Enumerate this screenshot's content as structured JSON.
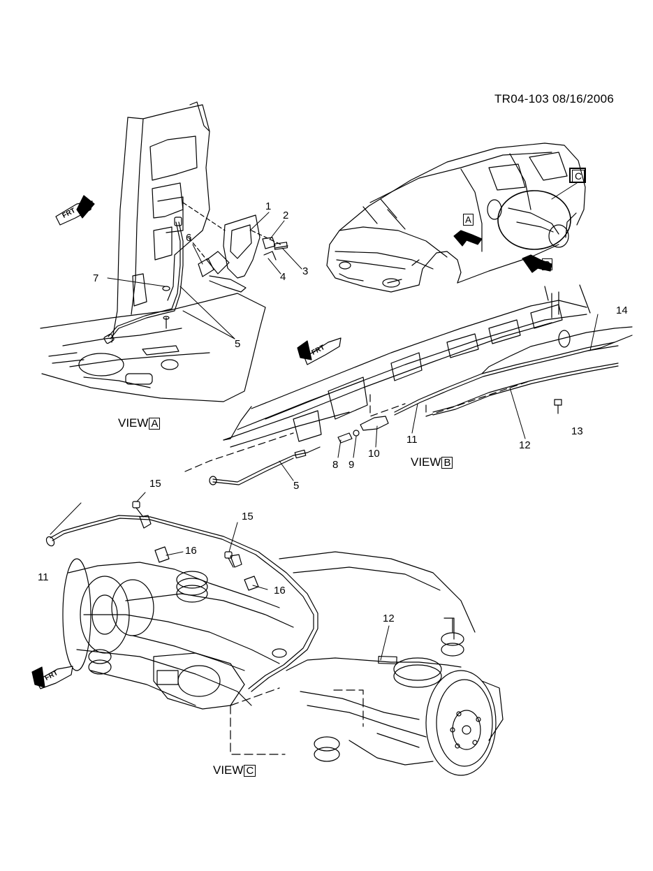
{
  "header": {
    "code": "TR04-103  08/16/2006"
  },
  "views": {
    "a": "VIEW",
    "a_box": "A",
    "b": "VIEW",
    "b_box": "B",
    "c": "VIEW",
    "c_box": "C"
  },
  "markers": {
    "a": "A",
    "b": "B",
    "c": "C",
    "frt": "FRT"
  },
  "callouts": {
    "c1": "1",
    "c2": "2",
    "c3": "3",
    "c4": "4",
    "c5a": "5",
    "c6": "6",
    "c7": "7",
    "c5b": "5",
    "c8": "8",
    "c9": "9",
    "c10": "10",
    "c11a": "11",
    "c12a": "12",
    "c13": "13",
    "c14": "14",
    "c15a": "15",
    "c15b": "15",
    "c16a": "16",
    "c16b": "16",
    "c11b": "11",
    "c12b": "12"
  }
}
